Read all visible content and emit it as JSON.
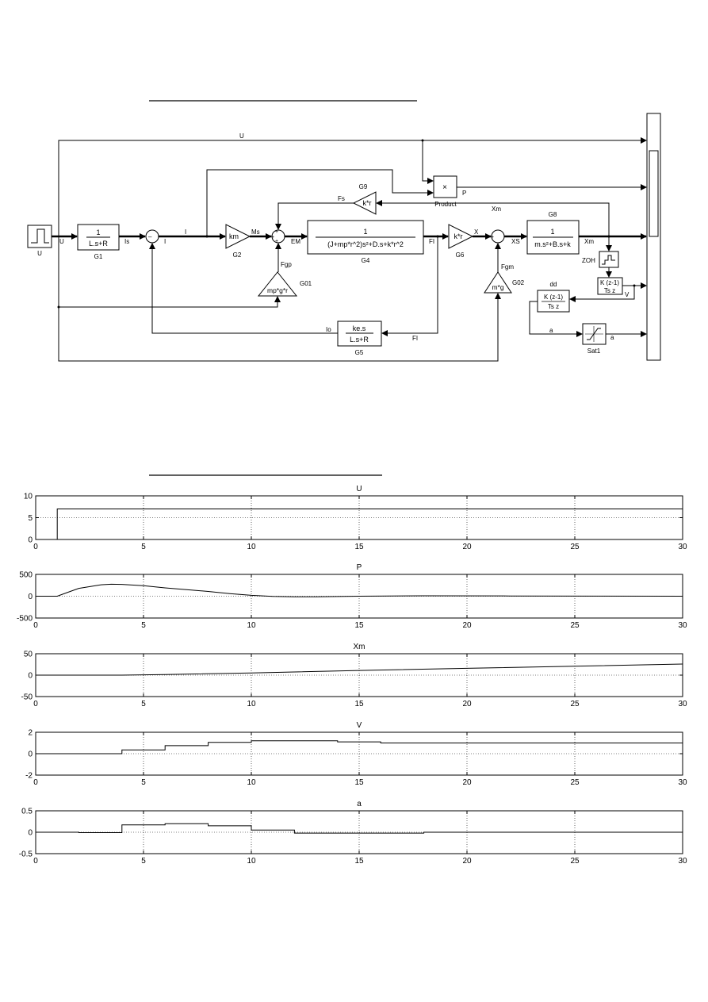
{
  "diagram": {
    "source_label": "U",
    "blocks": {
      "g1": {
        "num": "1",
        "den": "L.s+R",
        "name": "G1"
      },
      "g2": {
        "text": "km",
        "name": "G2"
      },
      "g4": {
        "num": "1",
        "den": "(J+mp*r^2)s²+D.s+k*r^2",
        "name": "G4"
      },
      "g5": {
        "num": "ke.s",
        "den": "L.s+R",
        "name": "G5"
      },
      "g6": {
        "text": "k*r",
        "name": "G6"
      },
      "g8": {
        "num": "1",
        "den": "m.s²+B.s+k",
        "name": "G8"
      },
      "g9": {
        "text": "k*r",
        "name": "G9"
      },
      "g01": {
        "text": "mp*g*r",
        "name": "G01"
      },
      "g02": {
        "text": "m*g",
        "name": "G02"
      },
      "product": {
        "text": "×",
        "name": "Product"
      },
      "zoh": {
        "name": "ZOH"
      },
      "deriv1": {
        "num": "K (z-1)",
        "den": "Ts z"
      },
      "deriv2": {
        "title": "dd",
        "num": "K (z-1)",
        "den": "Ts z"
      },
      "sat": {
        "name": "Sat1"
      }
    },
    "signals": {
      "u_top": "U",
      "u_in": "U",
      "is": "Is",
      "i1": "I",
      "i2": "I",
      "ms": "Ms",
      "em": "EM",
      "fi1": "FI",
      "fi2": "FI",
      "fs": "Fs",
      "fgp": "Fgp",
      "io": "Io",
      "x": "X",
      "xs": "XS",
      "xm1": "Xm",
      "xm2": "Xm",
      "fgm": "Fgm",
      "p": "P",
      "v": "V",
      "a1": "a",
      "a2": "a"
    }
  },
  "chart_data": [
    {
      "type": "line",
      "title": "U",
      "xlim": [
        0,
        30
      ],
      "ylim": [
        0,
        10
      ],
      "xticks": [
        0,
        5,
        10,
        15,
        20,
        25,
        30
      ],
      "yticks": [
        0,
        5,
        10
      ],
      "x": [
        0,
        1,
        1,
        30
      ],
      "y": [
        0,
        0,
        7,
        7
      ]
    },
    {
      "type": "line",
      "title": "P",
      "xlim": [
        0,
        30
      ],
      "ylim": [
        -500,
        500
      ],
      "xticks": [
        0,
        5,
        10,
        15,
        20,
        25,
        30
      ],
      "yticks": [
        -500,
        0,
        500
      ],
      "x": [
        0,
        1,
        1.5,
        2,
        3,
        3.5,
        4,
        5,
        6,
        7,
        8,
        9,
        10,
        11,
        12,
        13,
        15,
        18,
        22,
        26,
        30
      ],
      "y": [
        0,
        0,
        90,
        180,
        260,
        275,
        270,
        240,
        190,
        150,
        110,
        60,
        20,
        -5,
        -15,
        -12,
        0,
        10,
        5,
        2,
        0
      ]
    },
    {
      "type": "line",
      "title": "Xm",
      "xlim": [
        0,
        30
      ],
      "ylim": [
        -50,
        50
      ],
      "xticks": [
        0,
        5,
        10,
        15,
        20,
        25,
        30
      ],
      "yticks": [
        -50,
        0,
        50
      ],
      "x": [
        0,
        4,
        6,
        10,
        15,
        20,
        25,
        30
      ],
      "y": [
        0,
        0,
        1.5,
        5,
        11,
        16,
        21,
        26
      ]
    },
    {
      "type": "line",
      "title": "V",
      "xlim": [
        0,
        30
      ],
      "ylim": [
        -2,
        2
      ],
      "xticks": [
        0,
        5,
        10,
        15,
        20,
        25,
        30
      ],
      "yticks": [
        -2,
        0,
        2
      ],
      "x": [
        0,
        4,
        4,
        6,
        6,
        8,
        8,
        10,
        10,
        12,
        12,
        14,
        14,
        16,
        16,
        30
      ],
      "y": [
        0,
        0,
        0.35,
        0.35,
        0.75,
        0.75,
        1.05,
        1.05,
        1.2,
        1.2,
        1.2,
        1.2,
        1.1,
        1.1,
        1.0,
        1.0
      ]
    },
    {
      "type": "line",
      "title": "a",
      "xlim": [
        0,
        30
      ],
      "ylim": [
        -0.5,
        0.5
      ],
      "xticks": [
        0,
        5,
        10,
        15,
        20,
        25,
        30
      ],
      "yticks": [
        -0.5,
        0,
        0.5
      ],
      "x": [
        0,
        2,
        2,
        4,
        4,
        6,
        6,
        8,
        8,
        10,
        10,
        12,
        12,
        18,
        18,
        30
      ],
      "y": [
        0,
        0,
        -0.01,
        -0.01,
        0.17,
        0.17,
        0.2,
        0.2,
        0.15,
        0.15,
        0.05,
        0.05,
        -0.02,
        -0.02,
        0,
        0
      ]
    }
  ]
}
